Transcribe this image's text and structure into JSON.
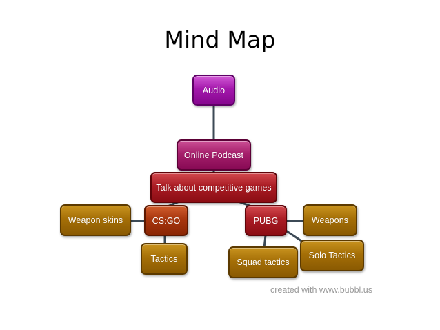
{
  "title": "Mind Map",
  "nodes": {
    "audio": "Audio",
    "online_podcast": "Online Podcast",
    "competitive_games": "Talk about competitive games",
    "csgo": "CS:GO",
    "pubg": "PUBG",
    "weapon_skins": "Weapon skins",
    "tactics": "Tactics",
    "weapons": "Weapons",
    "squad_tactics": "Squad tactics",
    "solo_tactics": "Solo Tactics"
  },
  "edges": [
    [
      "audio",
      "online_podcast"
    ],
    [
      "online_podcast",
      "competitive_games"
    ],
    [
      "competitive_games",
      "csgo"
    ],
    [
      "competitive_games",
      "pubg"
    ],
    [
      "csgo",
      "weapon_skins"
    ],
    [
      "csgo",
      "tactics"
    ],
    [
      "pubg",
      "weapons"
    ],
    [
      "pubg",
      "squad_tactics"
    ],
    [
      "pubg",
      "solo_tactics"
    ]
  ],
  "colors": {
    "audio": "#a418ac",
    "online_podcast": "#a51f6b",
    "competitive_games": "#aa1c24",
    "branch": "#a8360e",
    "leaf": "#a56f07",
    "connector": "#3c4a56"
  },
  "credit": "created with www.bubbl.us"
}
